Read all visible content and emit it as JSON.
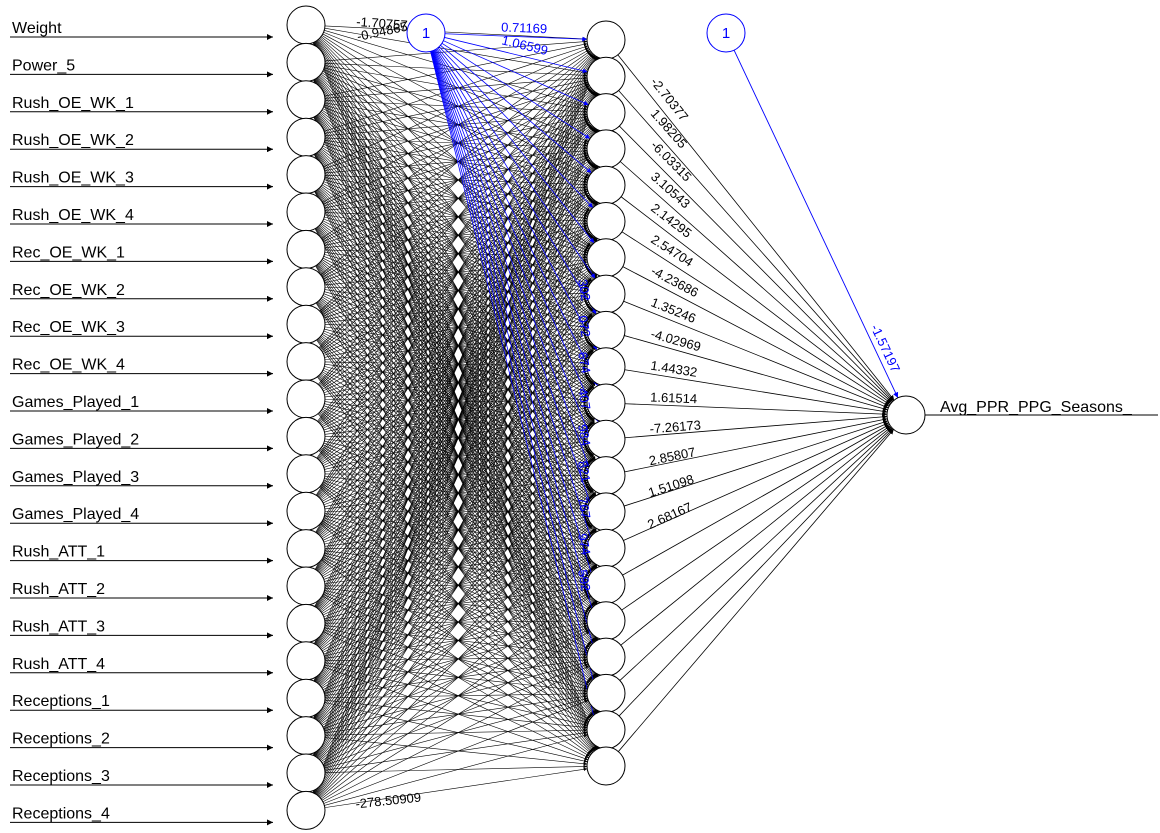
{
  "network": {
    "inputs": [
      "Weight",
      "Power_5",
      "Rush_OE_WK_1",
      "Rush_OE_WK_2",
      "Rush_OE_WK_3",
      "Rush_OE_WK_4",
      "Rec_OE_WK_1",
      "Rec_OE_WK_2",
      "Rec_OE_WK_3",
      "Rec_OE_WK_4",
      "Games_Played_1",
      "Games_Played_2",
      "Games_Played_3",
      "Games_Played_4",
      "Rush_ATT_1",
      "Rush_ATT_2",
      "Rush_ATT_3",
      "Rush_ATT_4",
      "Receptions_1",
      "Receptions_2",
      "Receptions_3",
      "Receptions_4"
    ],
    "hidden_count": 21,
    "output": "Avg_PPR_PPG_Seasons_",
    "bias_node_label": "1",
    "hidden_to_output_weights": [
      "-2.70377",
      "1.98205",
      "-6.03315",
      "3.10543",
      "2.14295",
      "2.54704",
      "-4.23686",
      "1.35246",
      "-4.02969",
      "1.44332",
      "1.61514",
      "-7.26173",
      "2.85807",
      "1.51098",
      "2.68167"
    ],
    "output_bias_weight": "-1.57197",
    "hidden_bias_weights": [
      "0.71169",
      "1.06599"
    ],
    "hidden_bias_fragments": [
      "302",
      "072",
      "674",
      "407",
      "984",
      "821",
      "767",
      "974",
      "592"
    ],
    "input_weight_labels_top": [
      "-1.70757",
      "-0.94865"
    ],
    "input_weight_label_bottom": "-278.50909",
    "colors": {
      "edges": "#000000",
      "bias": "#0000ff"
    }
  }
}
